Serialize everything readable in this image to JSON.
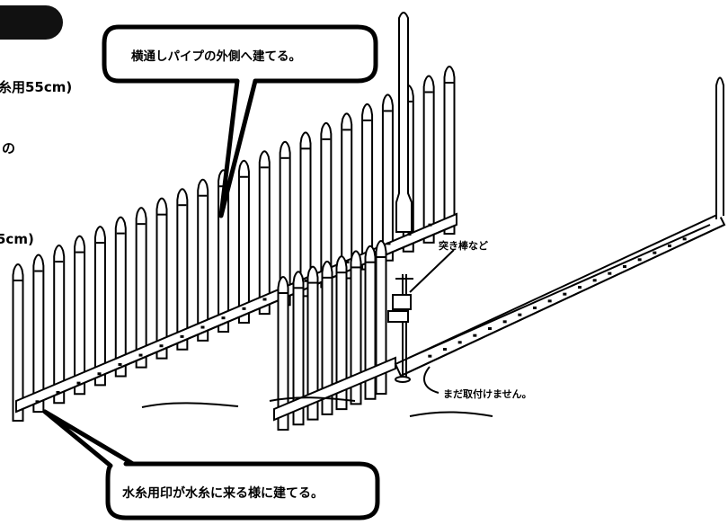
{
  "header": {
    "label": ""
  },
  "side_text": {
    "line1": "糸用55cm)",
    "line2": "の",
    "line3": "5cm)"
  },
  "callouts": {
    "top": "横通しパイプの外側へ建てる。",
    "bottom": "水糸用印が水糸に来る様に建てる。"
  },
  "notes": {
    "tool": "突き棒など",
    "not_attached": "まだ取付けません。"
  }
}
